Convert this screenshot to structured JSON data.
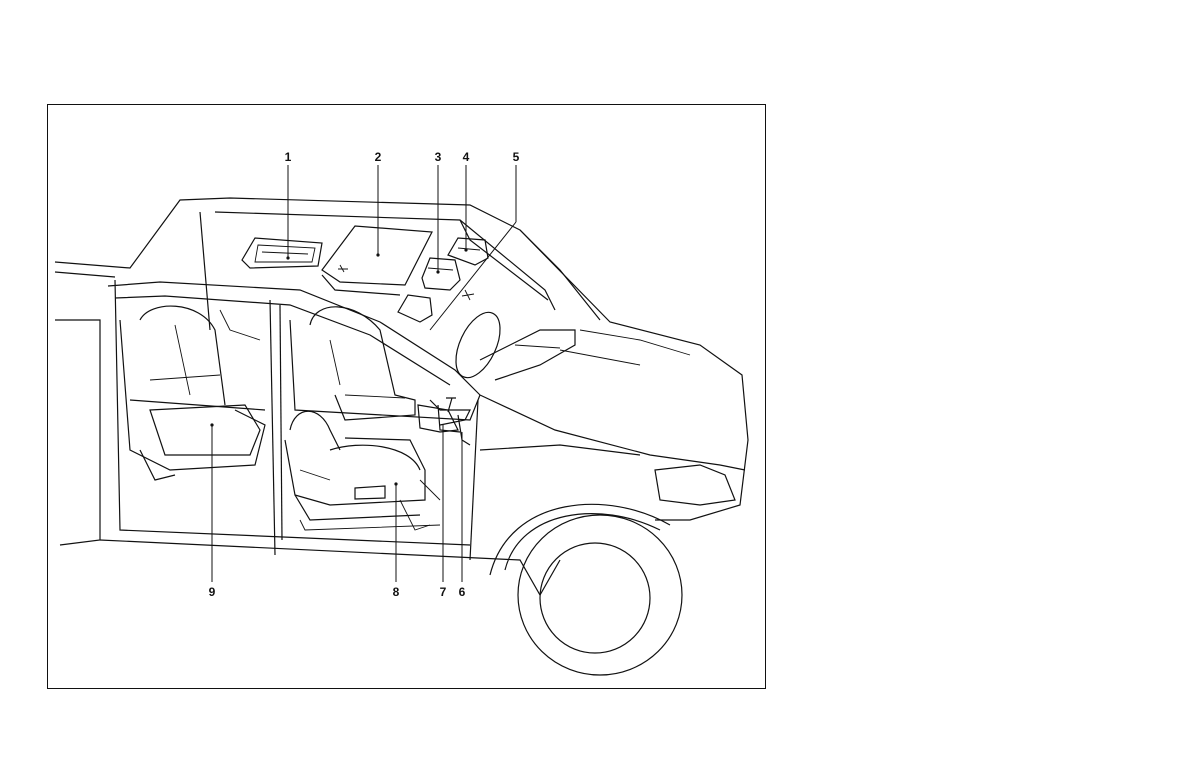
{
  "figure": {
    "callouts": [
      {
        "id": "callout-1",
        "label": "1"
      },
      {
        "id": "callout-2",
        "label": "2"
      },
      {
        "id": "callout-3",
        "label": "3"
      },
      {
        "id": "callout-4",
        "label": "4"
      },
      {
        "id": "callout-5",
        "label": "5"
      },
      {
        "id": "callout-6",
        "label": "6"
      },
      {
        "id": "callout-7",
        "label": "7"
      },
      {
        "id": "callout-8",
        "label": "8"
      },
      {
        "id": "callout-9",
        "label": "9"
      }
    ]
  },
  "colors": {
    "line": "#111111",
    "background": "#ffffff"
  }
}
